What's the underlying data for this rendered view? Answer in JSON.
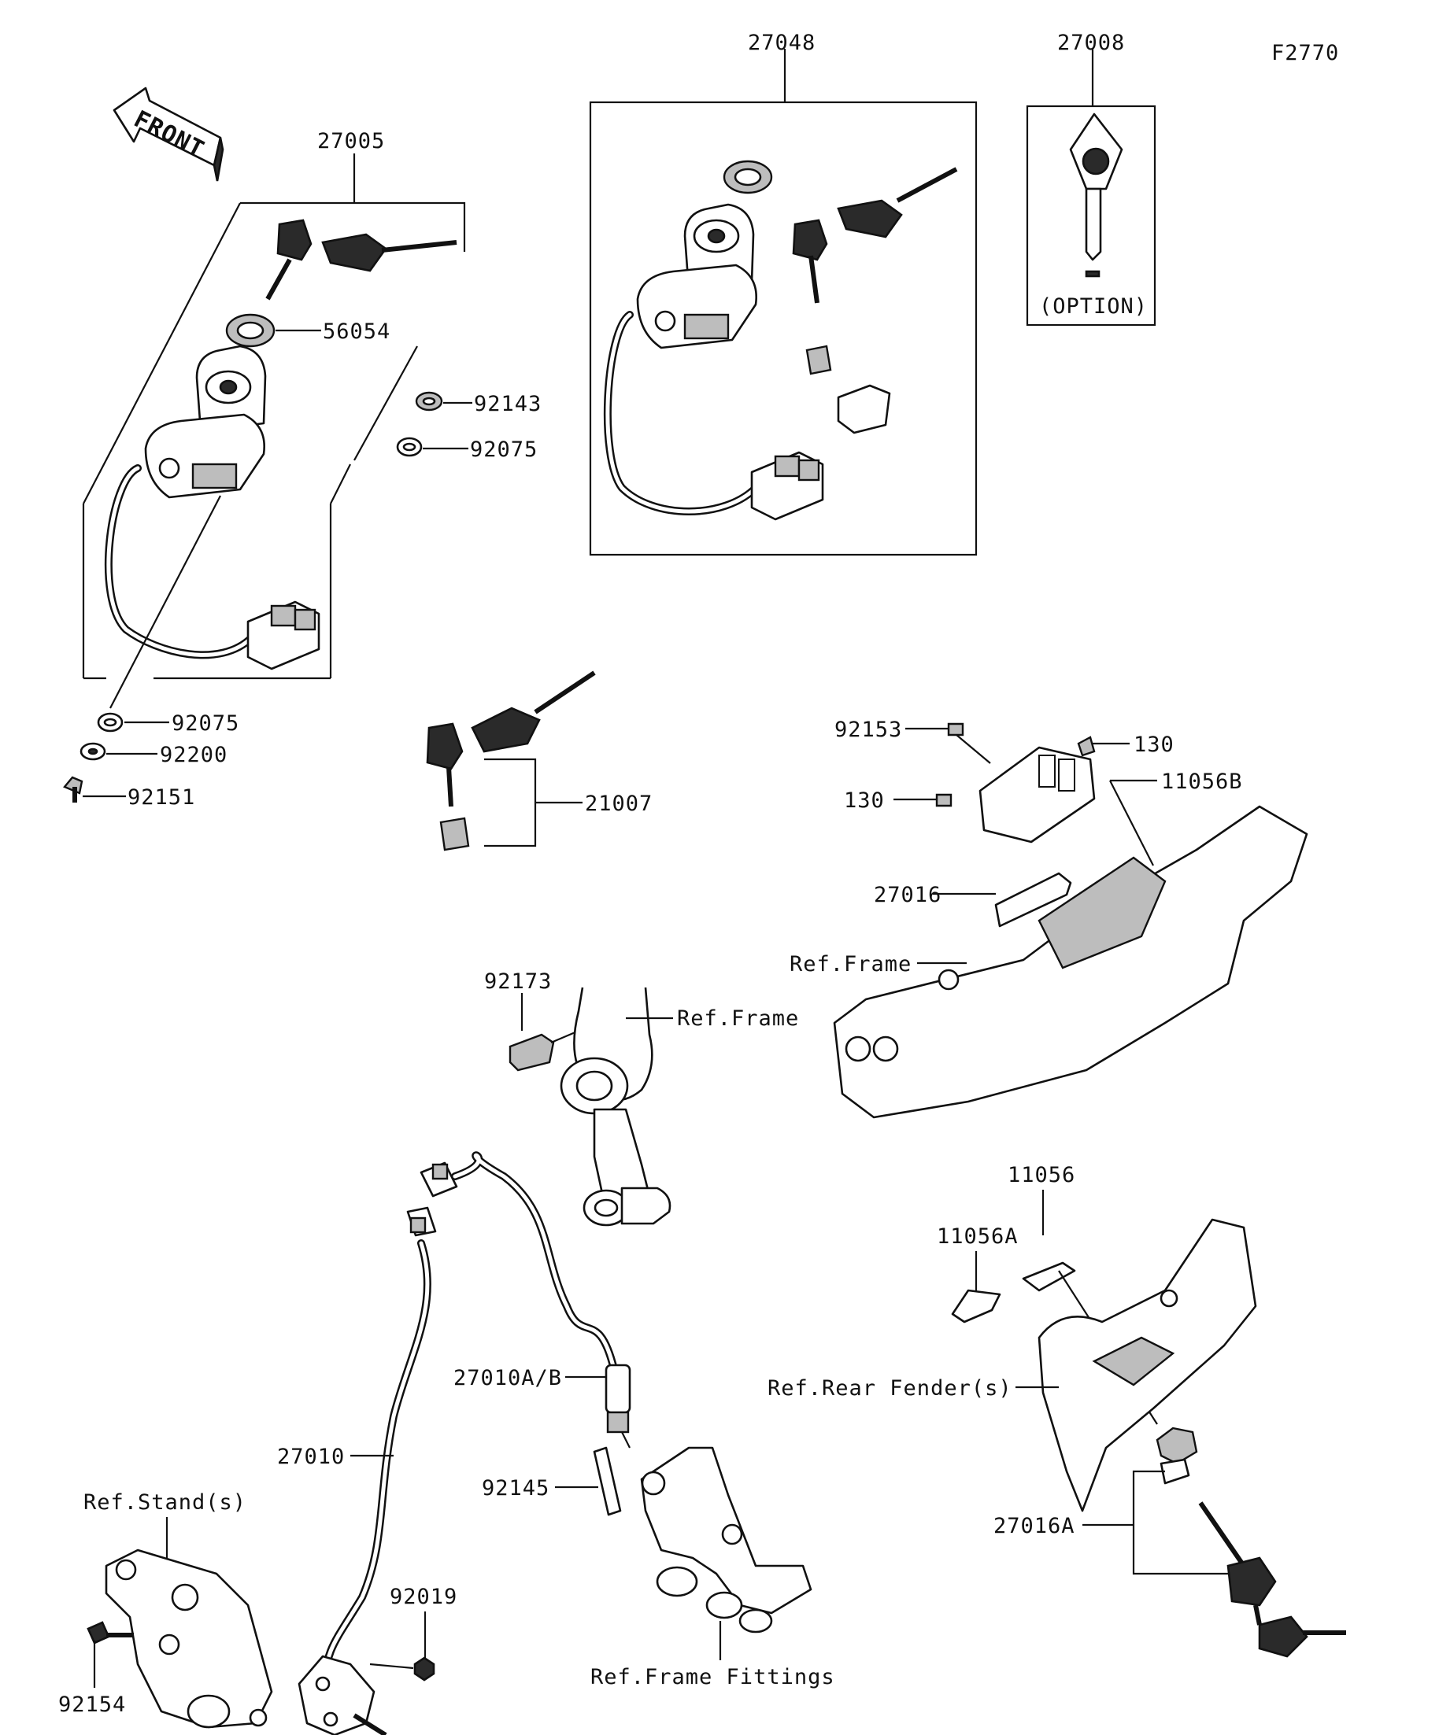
{
  "figure_code": "F2770",
  "front_label": "FRONT",
  "option_label": "(OPTION)",
  "parts": {
    "p27005": "27005",
    "p27048": "27048",
    "p27008": "27008",
    "p56054": "56054",
    "p92143": "92143",
    "p92075a": "92075",
    "p92075b": "92075",
    "p92200": "92200",
    "p92151": "92151",
    "p21007": "21007",
    "p92153": "92153",
    "p130a": "130",
    "p130b": "130",
    "p11056B": "11056B",
    "p27016": "27016",
    "refFrame1": "Ref.Frame",
    "p92173": "92173",
    "refFrame2": "Ref.Frame",
    "p11056": "11056",
    "p11056A": "11056A",
    "refRearFender": "Ref.Rear Fender(s)",
    "p27016A": "27016A",
    "p27010AB": "27010A/B",
    "p27010": "27010",
    "p92145": "92145",
    "refStand": "Ref.Stand(s)",
    "p92019": "92019",
    "p92154": "92154",
    "refFrameFittings": "Ref.Frame Fittings"
  }
}
